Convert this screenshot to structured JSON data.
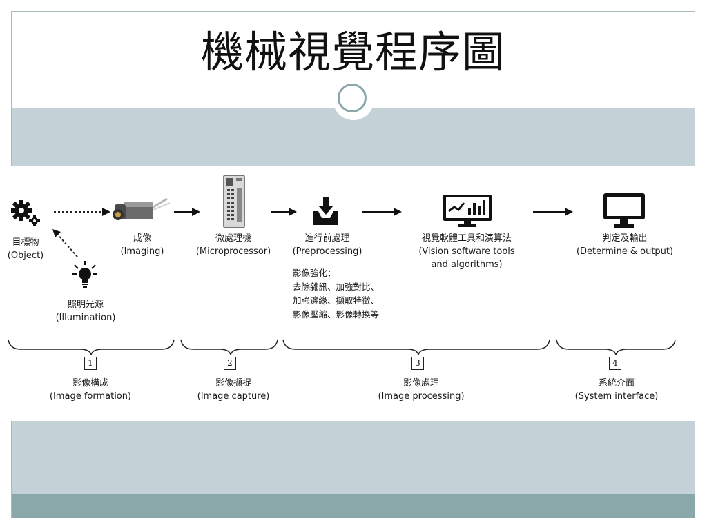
{
  "slide": {
    "title": "機械視覺程序圖"
  },
  "diagram": {
    "object": {
      "label_zh": "目標物",
      "label_en": "(Object)"
    },
    "imaging": {
      "label_zh": "成像",
      "label_en": "(Imaging)"
    },
    "illumination": {
      "label_zh": "照明光源",
      "label_en": "(Illumination)"
    },
    "microprocessor": {
      "label_zh": "微處理機",
      "label_en": "(Microprocessor)"
    },
    "preprocessing": {
      "label_zh": "進行前處理",
      "label_en": "(Preprocessing)",
      "notes": [
        "影像強化：",
        "去除雜訊、加強對比、",
        "加強邊緣、擷取特徵、",
        "影像壓縮、影像轉換等"
      ]
    },
    "vision_software": {
      "label_zh": "視覺軟體工具和演算法",
      "label_en_1": "(Vision software tools",
      "label_en_2": "and algorithms)"
    },
    "output": {
      "label_zh": "判定及輸出",
      "label_en": "(Determine & output)"
    },
    "stages": [
      {
        "number": "1",
        "label_zh": "影像構成",
        "label_en": "(Image formation)"
      },
      {
        "number": "2",
        "label_zh": "影像擷捉",
        "label_en": "(Image capture)"
      },
      {
        "number": "3",
        "label_zh": "影像處理",
        "label_en": "(Image processing)"
      },
      {
        "number": "4",
        "label_zh": "系統介面",
        "label_en": "(System interface)"
      }
    ]
  }
}
